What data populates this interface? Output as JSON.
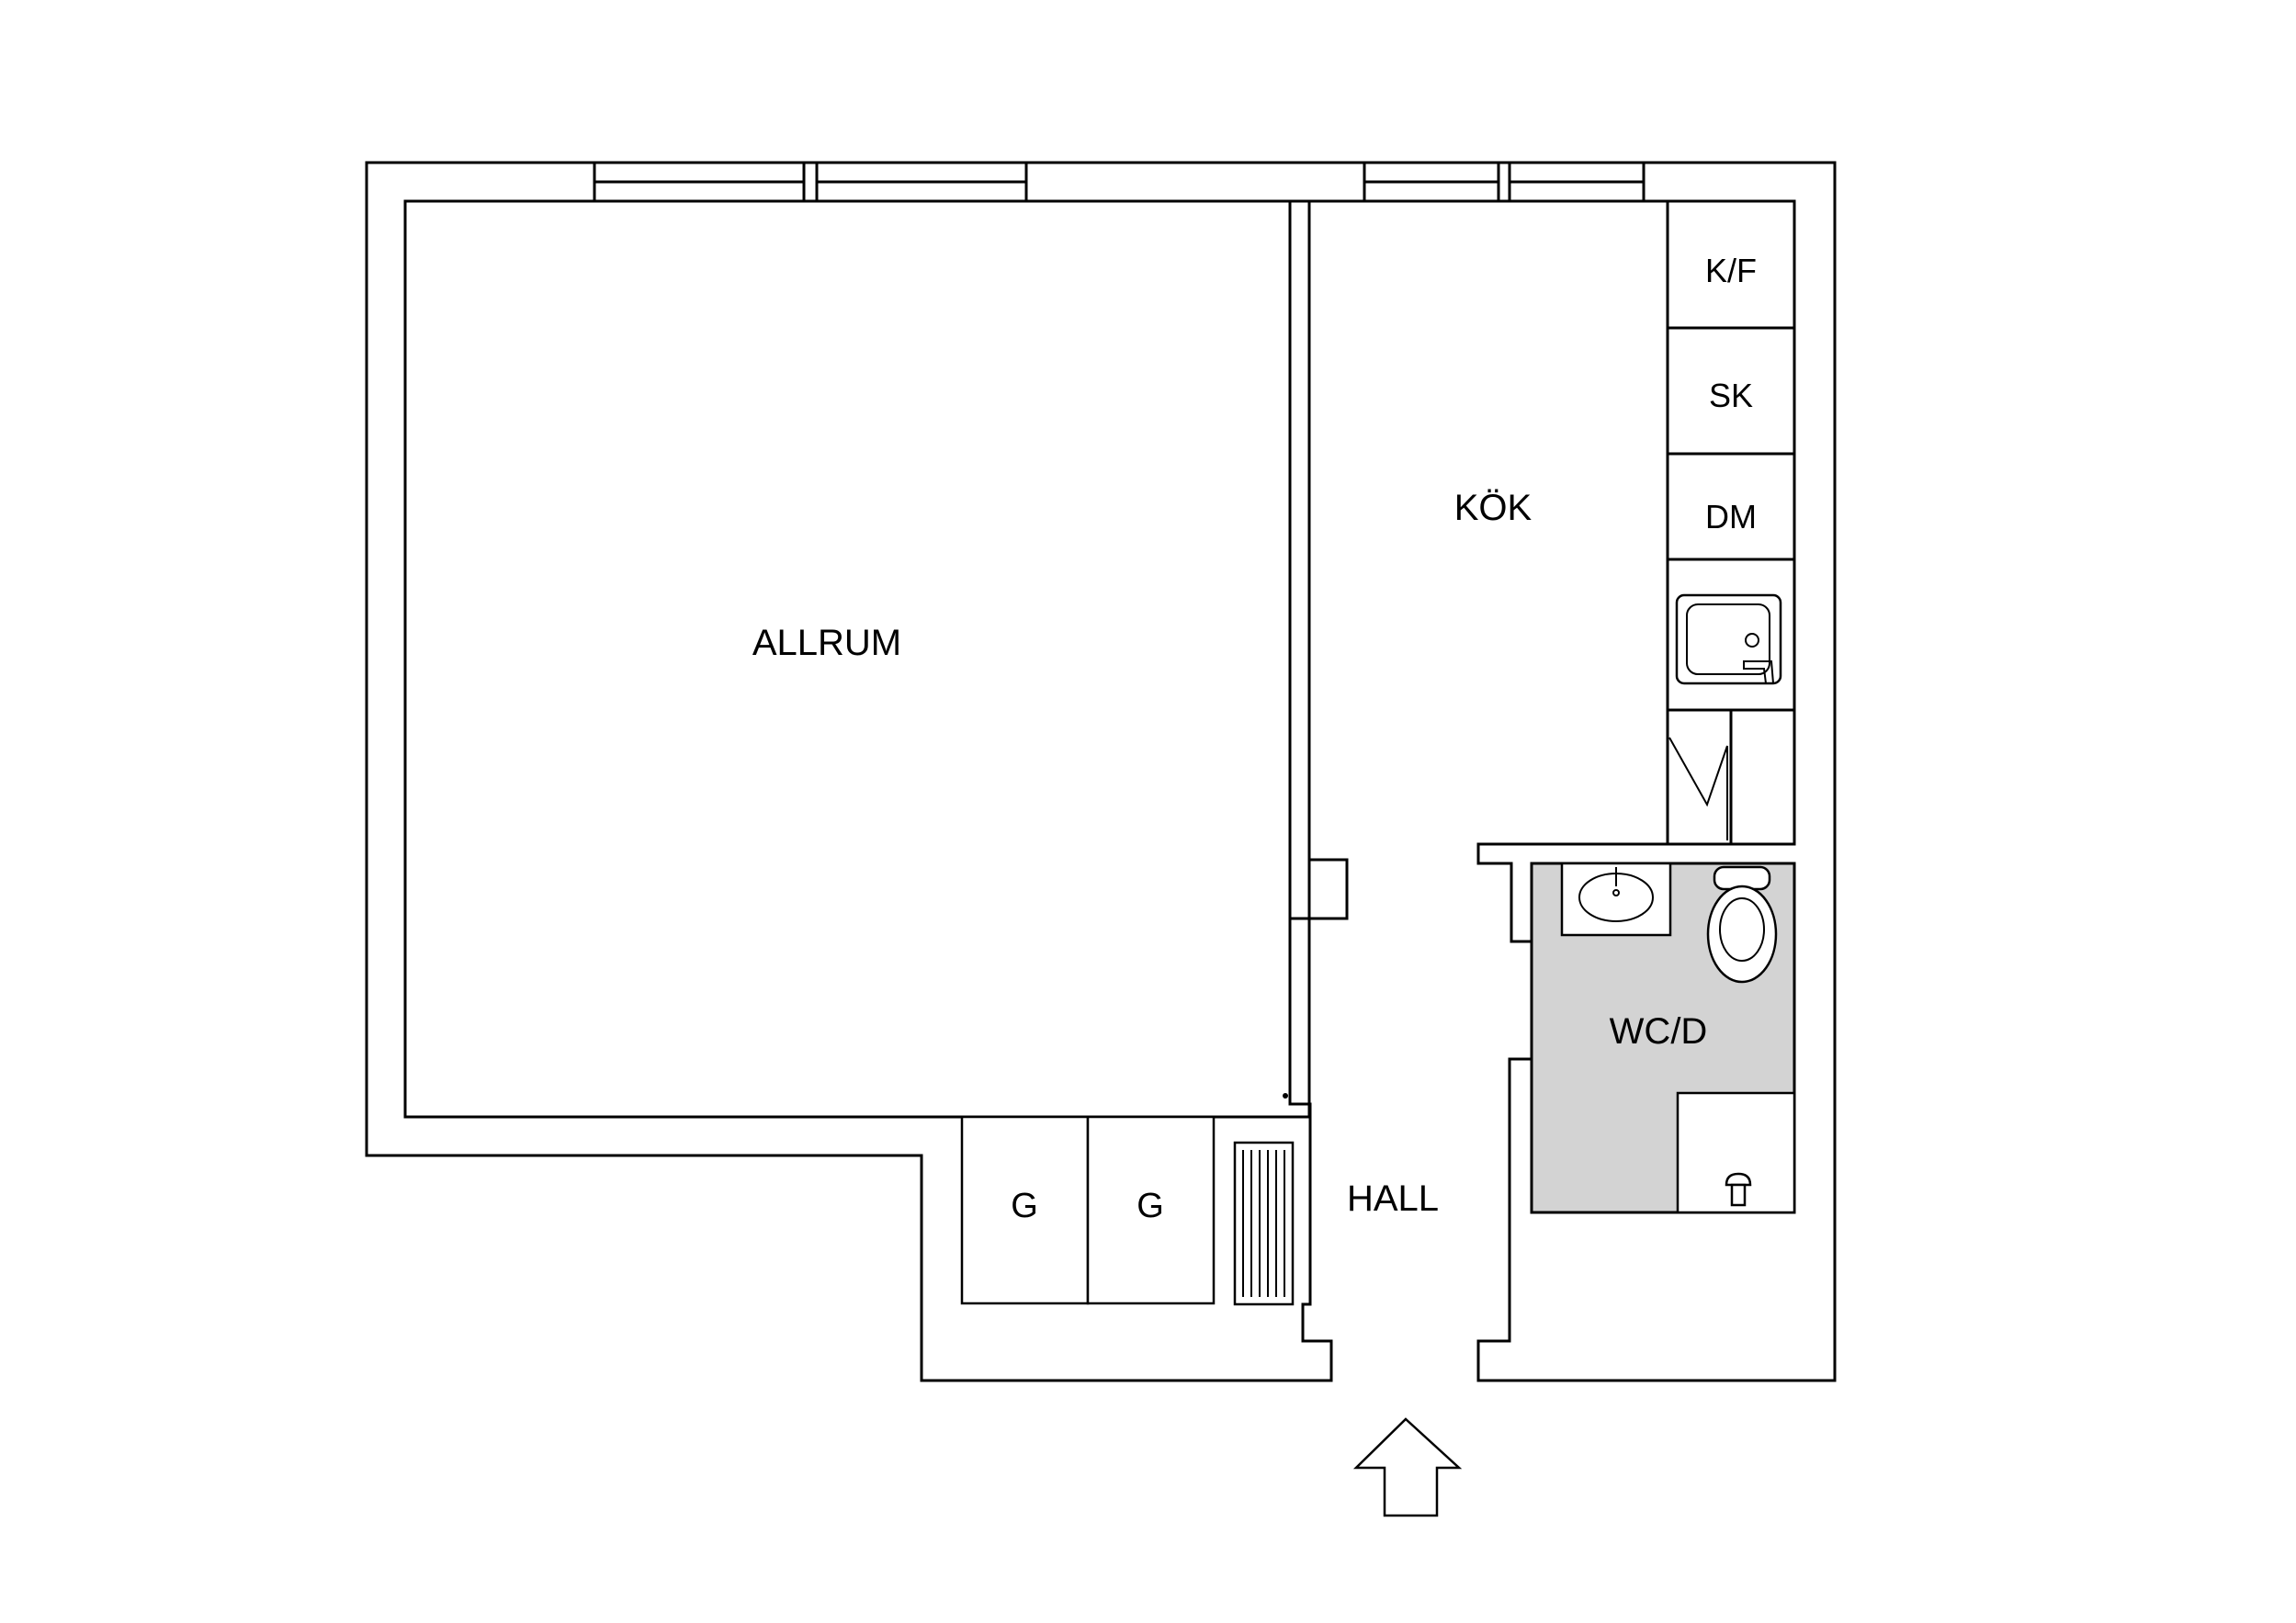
{
  "rooms": {
    "allrum": "ALLRUM",
    "kok": "KÖK",
    "hall": "HALL",
    "wcd": "WC/D",
    "garderob_1": "G",
    "garderob_2": "G"
  },
  "kitchen_units": {
    "kf": "K/F",
    "sk": "SK",
    "dm": "DM"
  },
  "colors": {
    "wall": "#000000",
    "background": "#ffffff",
    "bathroom_floor": "#d3d3d3"
  },
  "icons": [
    "entrance-arrow-icon",
    "sink-icon",
    "washbasin-icon",
    "toilet-icon",
    "shower-icon",
    "radiator-icon"
  ]
}
